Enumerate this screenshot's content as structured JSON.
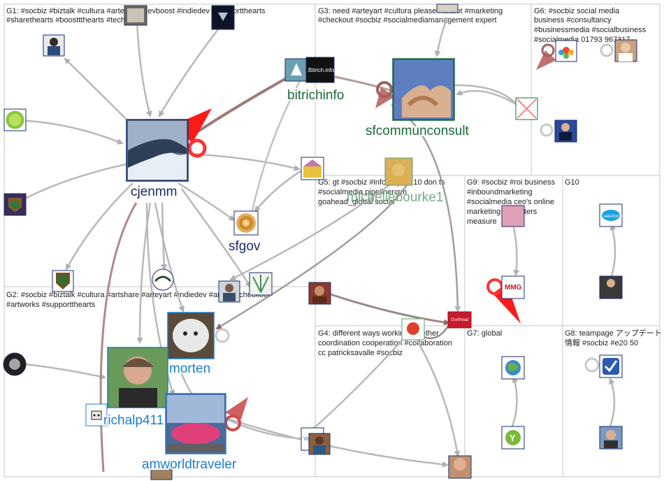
{
  "groups": [
    {
      "id": "G1",
      "title": "G1: #socbiz #biztalk #cultura #arteyart #devboost #indiedev #supportthearts",
      "line2": "#sharethearts #boosttthearts #techtalk"
    },
    {
      "id": "G3",
      "title": "G3: need #arteyart #cultura please #artbot #marketing",
      "line2": "#checkout #socbiz #socialmediamanagement expert"
    },
    {
      "id": "G6",
      "title": "G6: #socbiz social media",
      "line2": "business #consultancy",
      "line3": "#businessmedia #socialbusiness",
      "line4": "#socialmedia 01793 967317"
    },
    {
      "id": "G5",
      "title": "G5: gt #socbiz #infographic 10 don ts",
      "line2": "#socialmedia pipelinercrm",
      "line3": "goahead_global social"
    },
    {
      "id": "G9",
      "title": "G9: #socbiz #roi business",
      "line2": "#inboundmarketing",
      "line3": "#socialmedia ceo's online",
      "line4": "marketing marketers",
      "line5": "measure"
    },
    {
      "id": "G10",
      "title": "G10"
    },
    {
      "id": "G2",
      "title": "G2: #socbiz #biztalk #cultura #artshare #arteyart #indiedev #artbot #checkout",
      "line2": "#artworks #supportthearts"
    },
    {
      "id": "G4",
      "title": "G4: different ways working together",
      "line2": "coordination cooperation #collaboration",
      "line3": "cc patricksavalle #socbiz"
    },
    {
      "id": "G7",
      "title": "G7: global"
    },
    {
      "id": "G8",
      "title": "G8: teampage アップデート",
      "line2": "情報 #socbiz #e20 50"
    }
  ],
  "nodes": {
    "cjenmm": "cjenmm",
    "sfgov": "sfgov",
    "bitrichinfo": "bitrichinfo",
    "bitrich_logo": "Bitrich.info",
    "sfcommunconsult": "sfcommunconsult",
    "michellebourke1": "michellebourke1",
    "morten": "morten",
    "richalp411": "richalp411",
    "amworldtraveler": "amworldtraveler",
    "goahead_logo": "GoAhead",
    "mmg_logo": "MMG",
    "salesforce_logo": "salesforce"
  },
  "colors": {
    "edge": "#b8b8b8",
    "edge_strong": "#9a7070",
    "self_loop": "#c04a4a",
    "red_marker": "#ff0000",
    "label_dark_blue": "#1a2a6c",
    "label_green": "#1b6b3a",
    "label_blue": "#1a7fd0",
    "label_light_green": "#5aa070",
    "group_border": "#bdbdbd"
  }
}
